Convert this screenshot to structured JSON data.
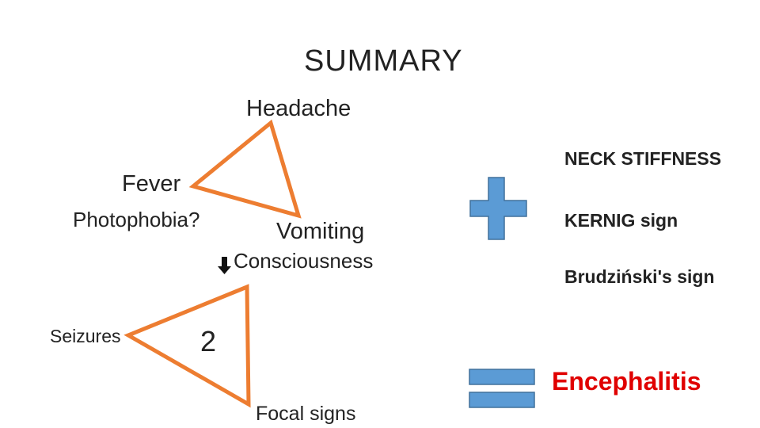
{
  "title": "SUMMARY",
  "triangle1": {
    "top": "Headache",
    "left": "Fever",
    "bottom_right": "Vomiting"
  },
  "photophobia": "Photophobia?",
  "consciousness": "Consciousness",
  "triangle2": {
    "left": "Seizures",
    "center": "2",
    "bottom": "Focal signs"
  },
  "signs": [
    "NECK STIFFNESS",
    "KERNIG sign",
    "Brudziński's sign"
  ],
  "result": "Encephalitis",
  "colors": {
    "triangle": "#ED7D31",
    "plus": "#5B9BD5",
    "plus_border": "#41719C",
    "result": "#E00000"
  },
  "icons": {
    "arrow": "down-arrow-icon",
    "plus": "plus-icon",
    "equals": "equals-icon"
  }
}
